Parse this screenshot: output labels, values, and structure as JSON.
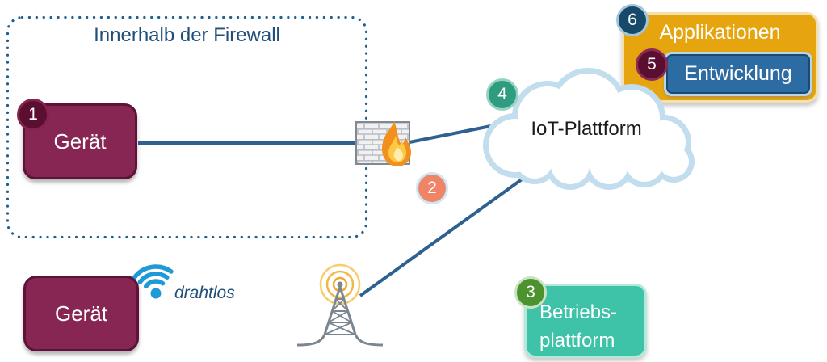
{
  "firewall_zone": {
    "title": "Innerhalb der Firewall"
  },
  "nodes": {
    "device_wired": {
      "label": "Gerät",
      "badge": "1"
    },
    "device_wireless": {
      "label": "Gerät"
    },
    "firewall_link": {
      "badge": "2"
    },
    "operations_platform): ": null,
    "operations_platform": {
      "label_line1": "Betriebs-",
      "label_line2": "plattform",
      "badge": "3"
    },
    "iot_platform": {
      "label": "IoT-Plattform",
      "badge": "4"
    },
    "development": {
      "label": "Entwicklung",
      "badge": "5"
    },
    "applications": {
      "label": "Applikationen",
      "badge": "6"
    },
    "wireless_note": {
      "label": "drahtlos"
    }
  },
  "icons": {
    "firewall": "brick-wall-with-flame",
    "cloud": "cloud-outline",
    "wifi": "wifi-signal",
    "radio_tower": "radio-tower-with-waves"
  },
  "colors": {
    "connector_line": "#2E6090",
    "zone_border": "#20608F",
    "zone_title_text": "#1F4E79",
    "device_fill": "#872652",
    "device_border": "#5E1238",
    "applications_fill": "#E6A50F",
    "development_fill": "#2D6CA2",
    "operations_fill": "#3EC3A8",
    "cloud_outline": "#C2DDED",
    "badge_1_fill": "#5A0F31",
    "badge_2_fill": "#EF8466",
    "badge_3_fill": "#4C9330",
    "badge_4_fill": "#2F9C80",
    "badge_5_fill": "#5A0F31",
    "badge_6_fill": "#17496B",
    "wifi_blue": "#1E9AD6",
    "tower_gray": "#7B8691",
    "tower_arc_orange": "#EFA92C",
    "flame_orange": "#F2901E",
    "flame_yellow": "#FDC845"
  }
}
